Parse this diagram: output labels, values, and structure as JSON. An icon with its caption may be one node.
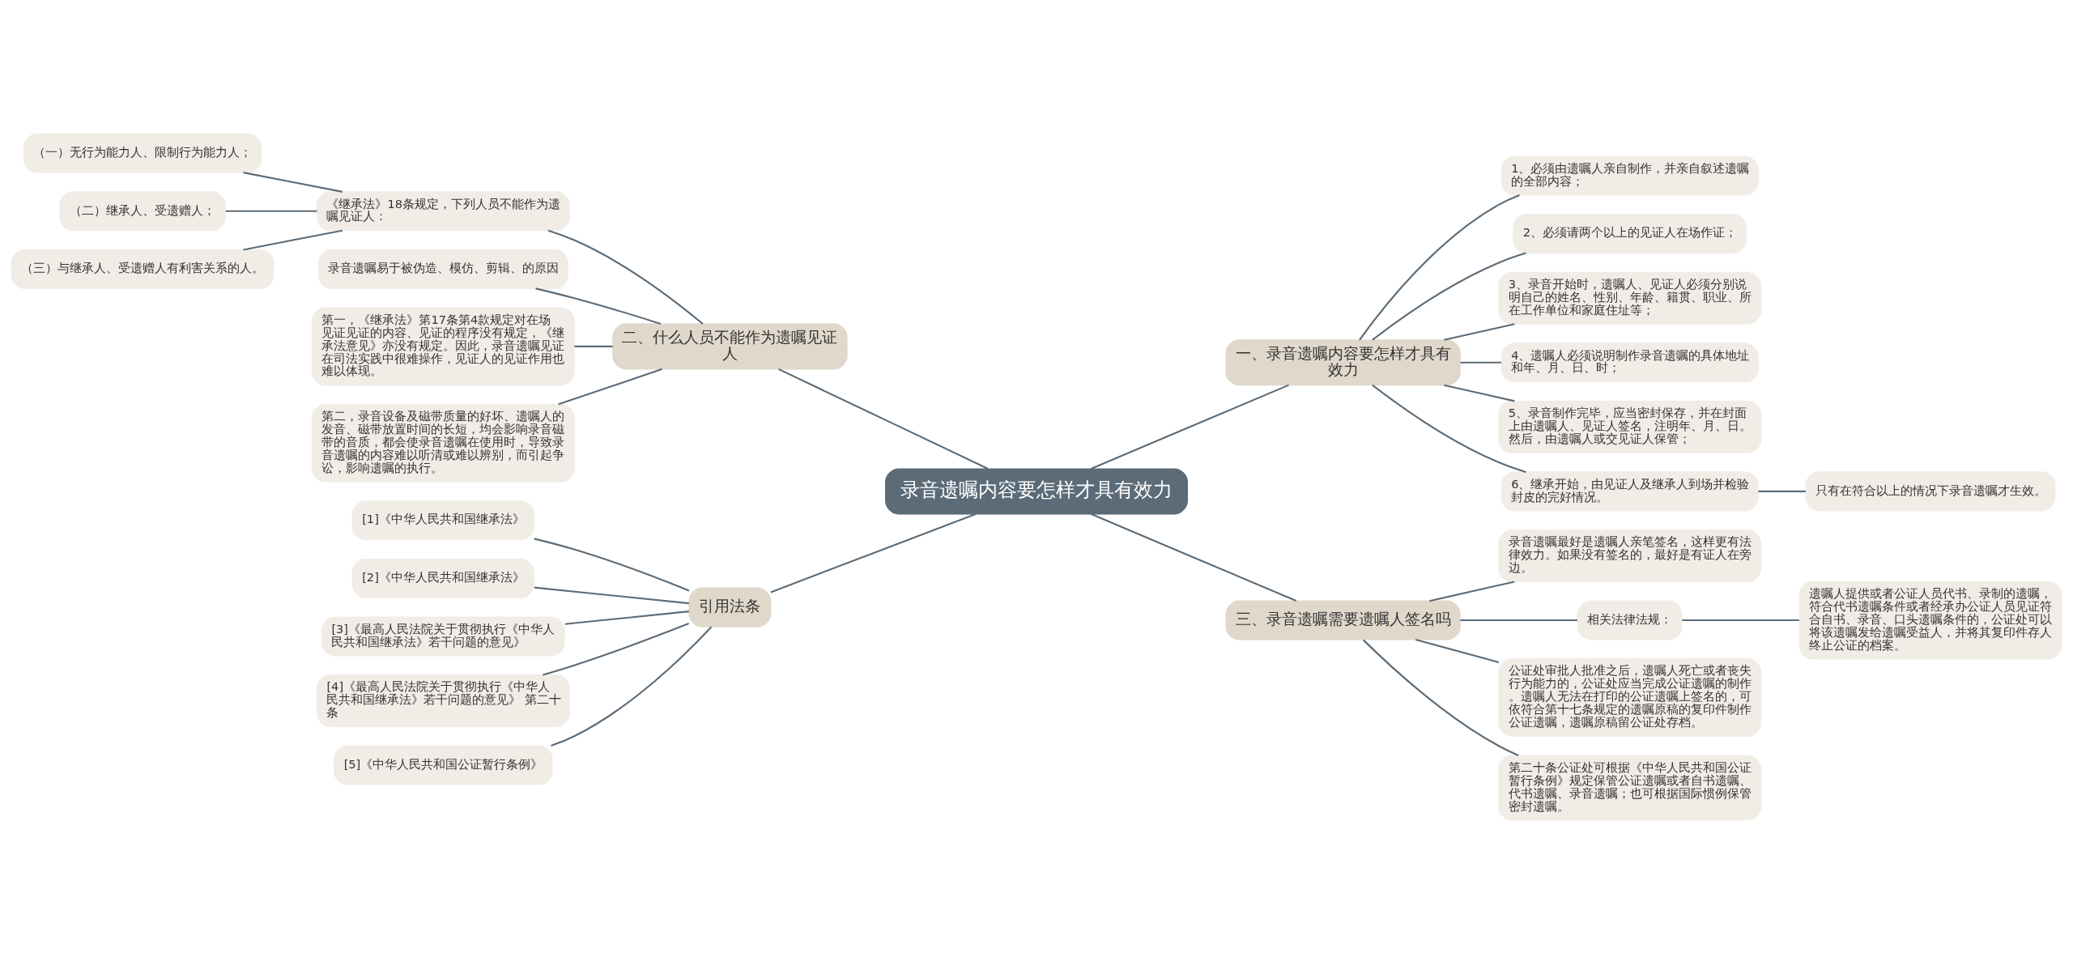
{
  "diagram": {
    "nodes": [
      {
        "text": [
          "录音遗嘱内容要怎样才具有效力"
        ]
      },
      {
        "text": [
          "二、什么人员不能作为遗嘱见证人"
        ]
      },
      {
        "text": [
          "《继承法》18条规定，下列人员不能作为遗嘱见证人："
        ]
      },
      {
        "text": [
          "（一）无行为能力人、限制行为能力人；"
        ]
      },
      {
        "text": [
          "（二）继承人、受遗赠人；"
        ]
      },
      {
        "text": [
          "（三）与继承人、受遗赠人有利害关系的人。"
        ]
      },
      {
        "text": [
          "录音遗嘱易于被伪造、模仿、剪辑、的原因"
        ]
      },
      {
        "text": [
          "第一，《继承法》第17条第4款规定对在场见证见证的内容、见证的程序没有规定，《继承法意见》亦没有规定。因此，录音遗嘱见证在司法实践中很难操作，见证人的见证作用也难以体现。"
        ]
      },
      {
        "text": [
          "第二，录音设备及磁带质量的好坏、遗嘱人的发音、磁带放置时间的长短，均会影响录音磁带的音质，都会使录音遗嘱在使用时，导致录音遗嘱的内容难以听清或难以辨别，而引起争讼，影响遗嘱的执行。"
        ]
      },
      {
        "text": [
          "引用法条"
        ]
      },
      {
        "text": [
          "[1]《中华人民共和国继承法》"
        ]
      },
      {
        "text": [
          "[2]《中华人民共和国继承法》"
        ]
      },
      {
        "text": [
          "[3]《最高人民法院关于贯彻执行《中华人民共和国继承法》若干问题的意见》"
        ]
      },
      {
        "text": [
          "[4]《最高人民法院关于贯彻执行《中华人民共和国继承法》若干问题的意见》 第二十条"
        ]
      },
      {
        "text": [
          "[5]《中华人民共和国公证暂行条例》"
        ]
      },
      {
        "text": [
          "一、录音遗嘱内容要怎样才具有效力"
        ]
      },
      {
        "text": [
          "1、必须由遗嘱人亲自制作，并亲自叙述遗嘱的全部内容；"
        ]
      },
      {
        "text": [
          "2、必须请两个以上的见证人在场作证；"
        ]
      },
      {
        "text": [
          "3、录音开始时，遗嘱人、见证人必须分别说明自己的姓名、性别、年龄、籍贯、职业、所在工作单位和家庭住址等；"
        ]
      },
      {
        "text": [
          "4、遗嘱人必须说明制作录音遗嘱的具体地址和年、月、日、时；"
        ]
      },
      {
        "text": [
          "5、录音制作完毕，应当密封保存，并在封面上由遗嘱人、见证人签名，注明年、月、日。然后，由遗嘱人或交见证人保管；"
        ]
      },
      {
        "text": [
          "6、继承开始，由见证人及继承人到场并检验封皮的完好情况。"
        ]
      },
      {
        "text": [
          "只有在符合以上的情况下录音遗嘱才生效。"
        ]
      },
      {
        "text": [
          "三、录音遗嘱需要遗嘱人签名吗"
        ]
      },
      {
        "text": [
          "录音遗嘱最好是遗嘱人亲笔签名，这样更有法律效力。如果没有签名的，最好是有证人在旁边。"
        ]
      },
      {
        "text": [
          "相关法律法规："
        ]
      },
      {
        "text": [
          "遗嘱人提供或者公证人员代书、录制的遗嘱，符合代书遗嘱条件或者经承办公证人员见证符合自书、录音、口头遗嘱条件的，公证处可以将该遗嘱发给遗嘱受益人，并将其复印件存人终止公证的档案。"
        ]
      },
      {
        "text": [
          "公证处审批人批准之后，遗嘱人死亡或者丧失行为能力的，公证处应当完成公证遗嘱的制作。遗嘱人无法在打印的公证遗嘱上签名的，可依符合第十七条规定的遗嘱原稿的复印件制作公证遗嘱，遗嘱原稿留公证处存档。"
        ]
      },
      {
        "text": [
          "第二十条公证处可根据《中华人民共和国公证暂行条例》规定保管公证遗嘱或者自书遗嘱、代书遗嘱、录音遗嘱；也可根据国际惯例保管密封遗嘱。"
        ]
      }
    ],
    "edges": [
      {
        "from": 0,
        "to": 1,
        "arrow": "none"
      },
      {
        "from": 1,
        "to": 2,
        "arrow": "none"
      },
      {
        "from": 2,
        "to": 3,
        "arrow": "none"
      },
      {
        "from": 2,
        "to": 4,
        "arrow": "none"
      },
      {
        "from": 2,
        "to": 5,
        "arrow": "none"
      },
      {
        "from": 1,
        "to": 6,
        "arrow": "none"
      },
      {
        "from": 1,
        "to": 7,
        "arrow": "none"
      },
      {
        "from": 1,
        "to": 8,
        "arrow": "none"
      },
      {
        "from": 0,
        "to": 9,
        "arrow": "none"
      },
      {
        "from": 9,
        "to": 10,
        "arrow": "none"
      },
      {
        "from": 9,
        "to": 11,
        "arrow": "none"
      },
      {
        "from": 9,
        "to": 12,
        "arrow": "none"
      },
      {
        "from": 9,
        "to": 13,
        "arrow": "none"
      },
      {
        "from": 9,
        "to": 14,
        "arrow": "none"
      },
      {
        "from": 0,
        "to": 15,
        "arrow": "none"
      },
      {
        "from": 15,
        "to": 16,
        "arrow": "none"
      },
      {
        "from": 15,
        "to": 17,
        "arrow": "none"
      },
      {
        "from": 15,
        "to": 18,
        "arrow": "none"
      },
      {
        "from": 15,
        "to": 19,
        "arrow": "none"
      },
      {
        "from": 15,
        "to": 20,
        "arrow": "none"
      },
      {
        "from": 15,
        "to": 21,
        "arrow": "none"
      },
      {
        "from": 21,
        "to": 22,
        "arrow": "none"
      },
      {
        "from": 0,
        "to": 23,
        "arrow": "none"
      },
      {
        "from": 23,
        "to": 24,
        "arrow": "none"
      },
      {
        "from": 23,
        "to": 25,
        "arrow": "none"
      },
      {
        "from": 25,
        "to": 26,
        "arrow": "none"
      },
      {
        "from": 23,
        "to": 27,
        "arrow": "none"
      },
      {
        "from": 23,
        "to": 28,
        "arrow": "none"
      }
    ]
  }
}
